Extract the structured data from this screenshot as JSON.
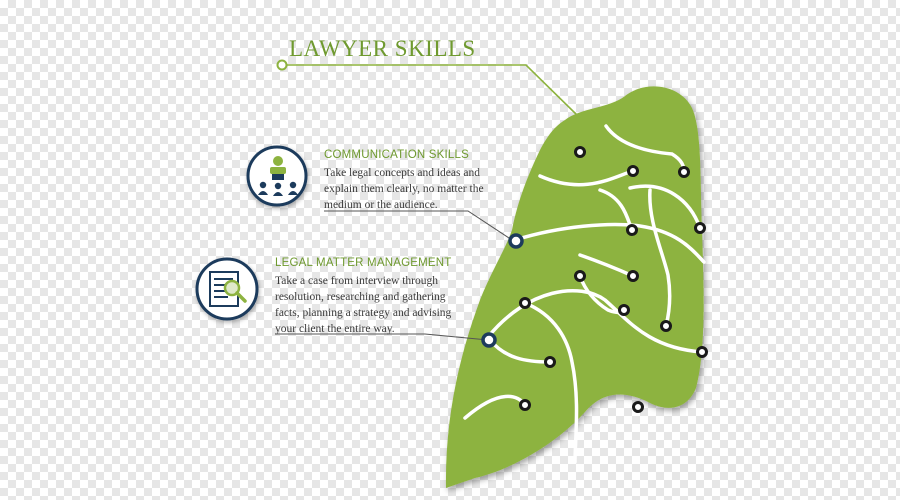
{
  "title": "LAWYER SKILLS",
  "skills": [
    {
      "heading": "COMMUNICATION SKILLS",
      "body": "Take legal concepts and ideas and explain them clearly, no matter the medium or the audience.",
      "icon": "audience-presentation-icon"
    },
    {
      "heading": "LEGAL MATTER MANAGEMENT",
      "body": "Take a case from interview through resolution, researching and gathering facts, planning a strategy and advising your client the entire way.",
      "icon": "document-magnifier-icon"
    }
  ],
  "colors": {
    "accent_green": "#8db33f",
    "title_green": "#6f9a2f",
    "navy": "#1d3b5c",
    "text": "#3b3b3b"
  }
}
